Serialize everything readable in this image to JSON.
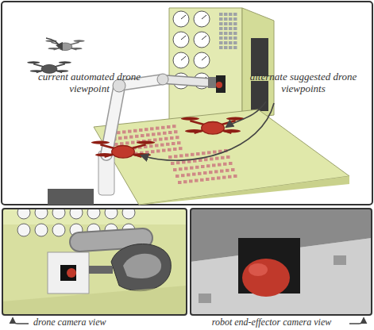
{
  "diagram": {
    "labels": [
      "current automated drone viewpoint",
      "alternate suggested drone viewpoints",
      "drone camera view",
      "robot end-effector camera view"
    ]
  }
}
